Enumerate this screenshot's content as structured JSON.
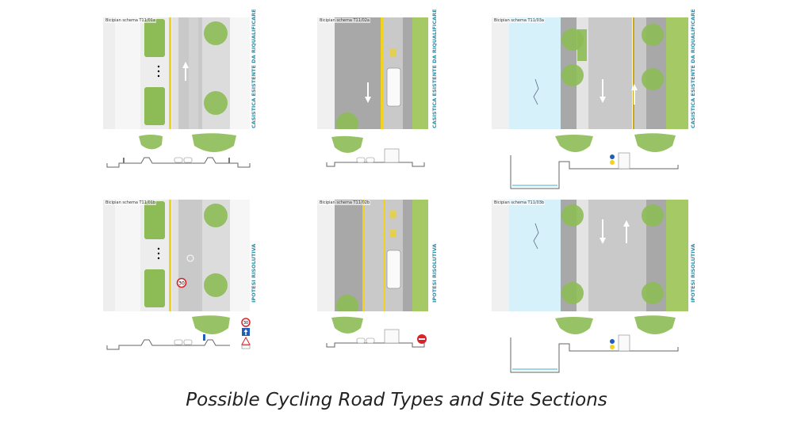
{
  "caption": "Possible Cycling Road Types and Site Sections",
  "colors": {
    "tree_green": "#8dbb55",
    "lane_green": "#a5c965",
    "yellow_line": "#f1d21f",
    "asphalt": "#c9c9c9",
    "dark_asphalt": "#a8a8a8",
    "water": "#d6f1fa",
    "label_blue": "#2f8fa8",
    "sign_red": "#d8232a",
    "sign_blue": "#1f5fb8"
  },
  "panels": [
    {
      "id": "T11/01a",
      "plan_label": "Bicipian schema T11/01a",
      "side_label": "CASISTICA ESISTENTE DA RIQUALIFICARE"
    },
    {
      "id": "T11/02a",
      "plan_label": "Bicipian schema T11/02a",
      "side_label": "CASISTICA ESISTENTE DA RIQUALIFICARE"
    },
    {
      "id": "T11/03a",
      "plan_label": "Bicipian schema T11/03a",
      "side_label": "CASISTICA ESISTENTE DA RIQUALIFICARE"
    },
    {
      "id": "T11/01b",
      "plan_label": "Bicipian schema T11/01b",
      "side_label": "IPOTESI RISOLUTIVA"
    },
    {
      "id": "T11/02b",
      "plan_label": "Bicipian schema T11/02b",
      "side_label": "IPOTESI RISOLUTIVA"
    },
    {
      "id": "T11/03b",
      "plan_label": "Bicipian schema T11/03b",
      "side_label": "IPOTESI RISOLUTIVA"
    }
  ],
  "signs": {
    "speed_limit": "30"
  }
}
